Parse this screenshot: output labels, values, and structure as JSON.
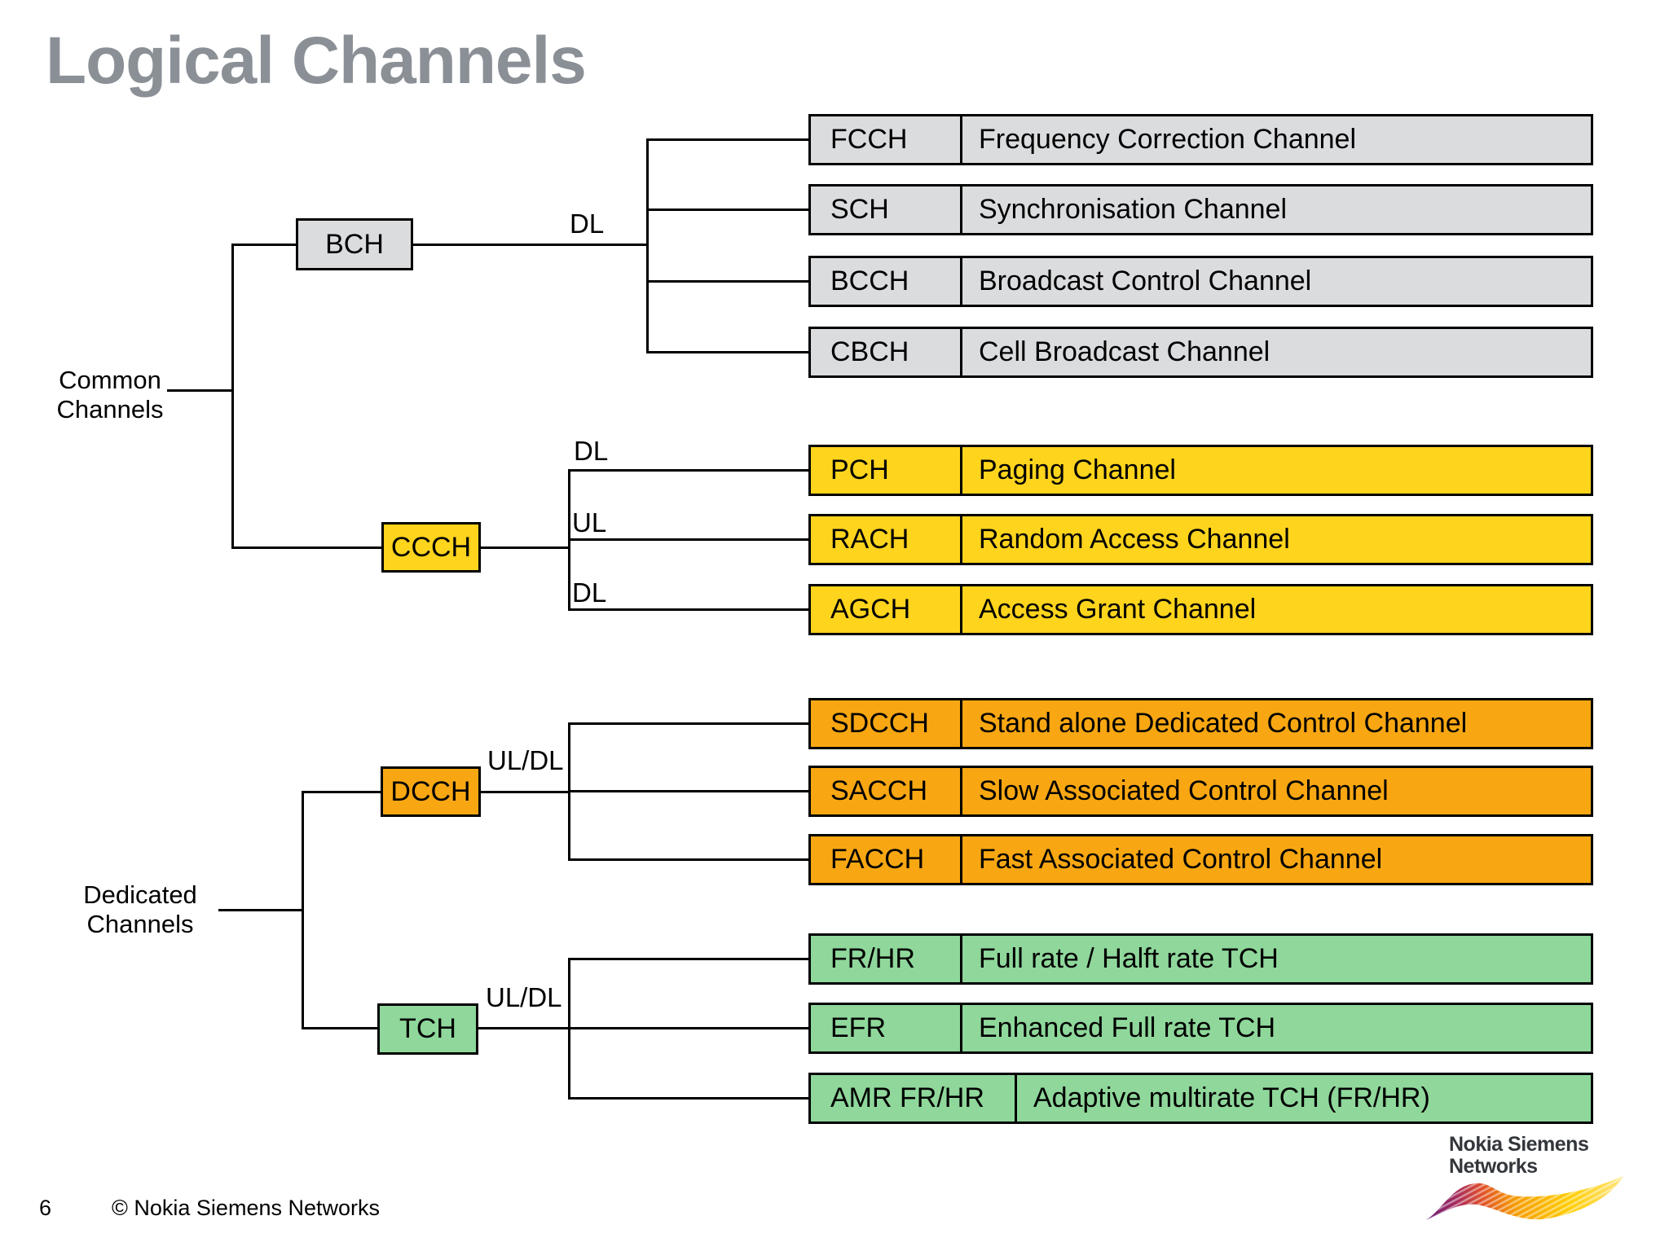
{
  "title": "Logical Channels",
  "diagram": {
    "common": {
      "label": [
        "Common",
        "Channels"
      ],
      "bch": {
        "name": "BCH",
        "dir": "DL",
        "children": [
          {
            "abbr": "FCCH",
            "desc": "Frequency Correction Channel"
          },
          {
            "abbr": "SCH",
            "desc": "Synchronisation Channel"
          },
          {
            "abbr": "BCCH",
            "desc": "Broadcast Control Channel"
          },
          {
            "abbr": "CBCH",
            "desc": "Cell Broadcast Channel"
          }
        ]
      },
      "ccch": {
        "name": "CCCH",
        "children": [
          {
            "dir": "DL",
            "abbr": "PCH",
            "desc": "Paging Channel"
          },
          {
            "dir": "UL",
            "abbr": "RACH",
            "desc": "Random Access Channel"
          },
          {
            "dir": "DL",
            "abbr": "AGCH",
            "desc": "Access Grant Channel"
          }
        ]
      }
    },
    "dedicated": {
      "label": [
        "Dedicated",
        "Channels"
      ],
      "dcch": {
        "name": "DCCH",
        "dir": "UL/DL",
        "children": [
          {
            "abbr": "SDCCH",
            "desc": "Stand alone Dedicated Control Channel"
          },
          {
            "abbr": "SACCH",
            "desc": "Slow Associated Control Channel"
          },
          {
            "abbr": "FACCH",
            "desc": "Fast Associated Control Channel"
          }
        ]
      },
      "tch": {
        "name": "TCH",
        "dir": "UL/DL",
        "children": [
          {
            "abbr": "FR/HR",
            "desc": "Full rate / Halft rate TCH"
          },
          {
            "abbr": "EFR",
            "desc": "Enhanced Full rate TCH"
          },
          {
            "abbr": "AMR FR/HR",
            "desc": "Adaptive multirate TCH (FR/HR)"
          }
        ]
      }
    }
  },
  "colors": {
    "broadcast_gray": "#dbdcde",
    "common_yellow": "#ffd41d",
    "dedicated_orange": "#f8a713",
    "traffic_green": "#8fd79b",
    "title_gray": "#8a9096",
    "line_black": "#000000"
  },
  "footer": {
    "page_number": "6",
    "copyright": "© Nokia Siemens Networks"
  },
  "logo": {
    "line1": "Nokia Siemens",
    "line2": "Networks"
  }
}
